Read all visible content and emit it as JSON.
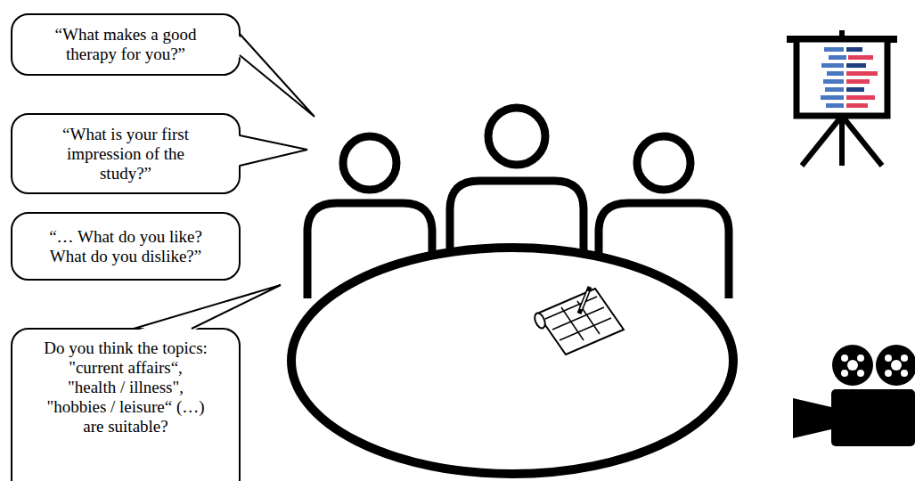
{
  "diagram": {
    "nodes": [
      {
        "text": [
          "“What makes a good therapy for you?”"
        ]
      },
      {
        "text": [
          "“What is your first impression of the study?”"
        ]
      },
      {
        "text": [
          "“… What do you like? What do you dislike?”"
        ]
      },
      {
        "text": [
          "Do you think the topics: \"current affairs“, \"health / illness\", \"hobbies / leisure“ (…) are suitable?"
        ]
      }
    ],
    "edges": []
  }
}
